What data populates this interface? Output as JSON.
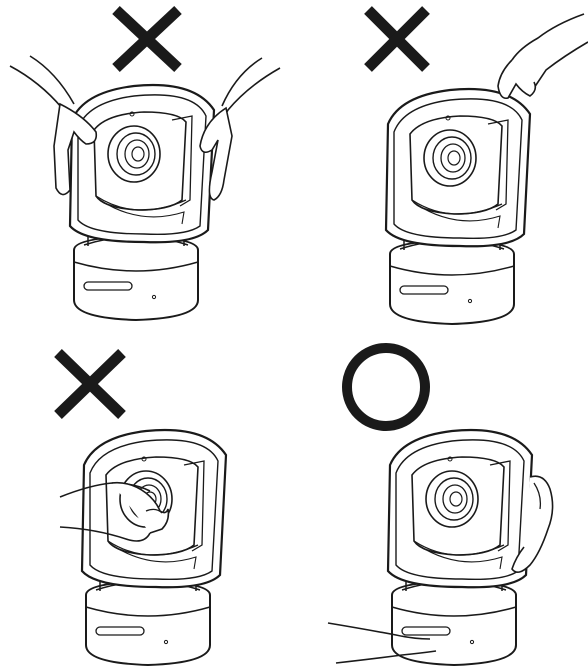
{
  "illustration": {
    "subject": "camera-icon",
    "panels": [
      {
        "id": "panel-1",
        "verdict": "incorrect",
        "verdict_icon": "cross-mark-icon",
        "grip": "both-hands-holding-hood-sides"
      },
      {
        "id": "panel-2",
        "verdict": "incorrect",
        "verdict_icon": "cross-mark-icon",
        "grip": "one-hand-holding-hood-top"
      },
      {
        "id": "panel-3",
        "verdict": "incorrect",
        "verdict_icon": "cross-mark-icon",
        "grip": "hand-holding-lens"
      },
      {
        "id": "panel-4",
        "verdict": "correct",
        "verdict_icon": "circle-mark-icon",
        "grip": "hands-holding-hood-side-and-base"
      }
    ],
    "colors": {
      "line": "#1a1a1a",
      "fill": "#ffffff",
      "mark": "#1a1a1a"
    }
  }
}
